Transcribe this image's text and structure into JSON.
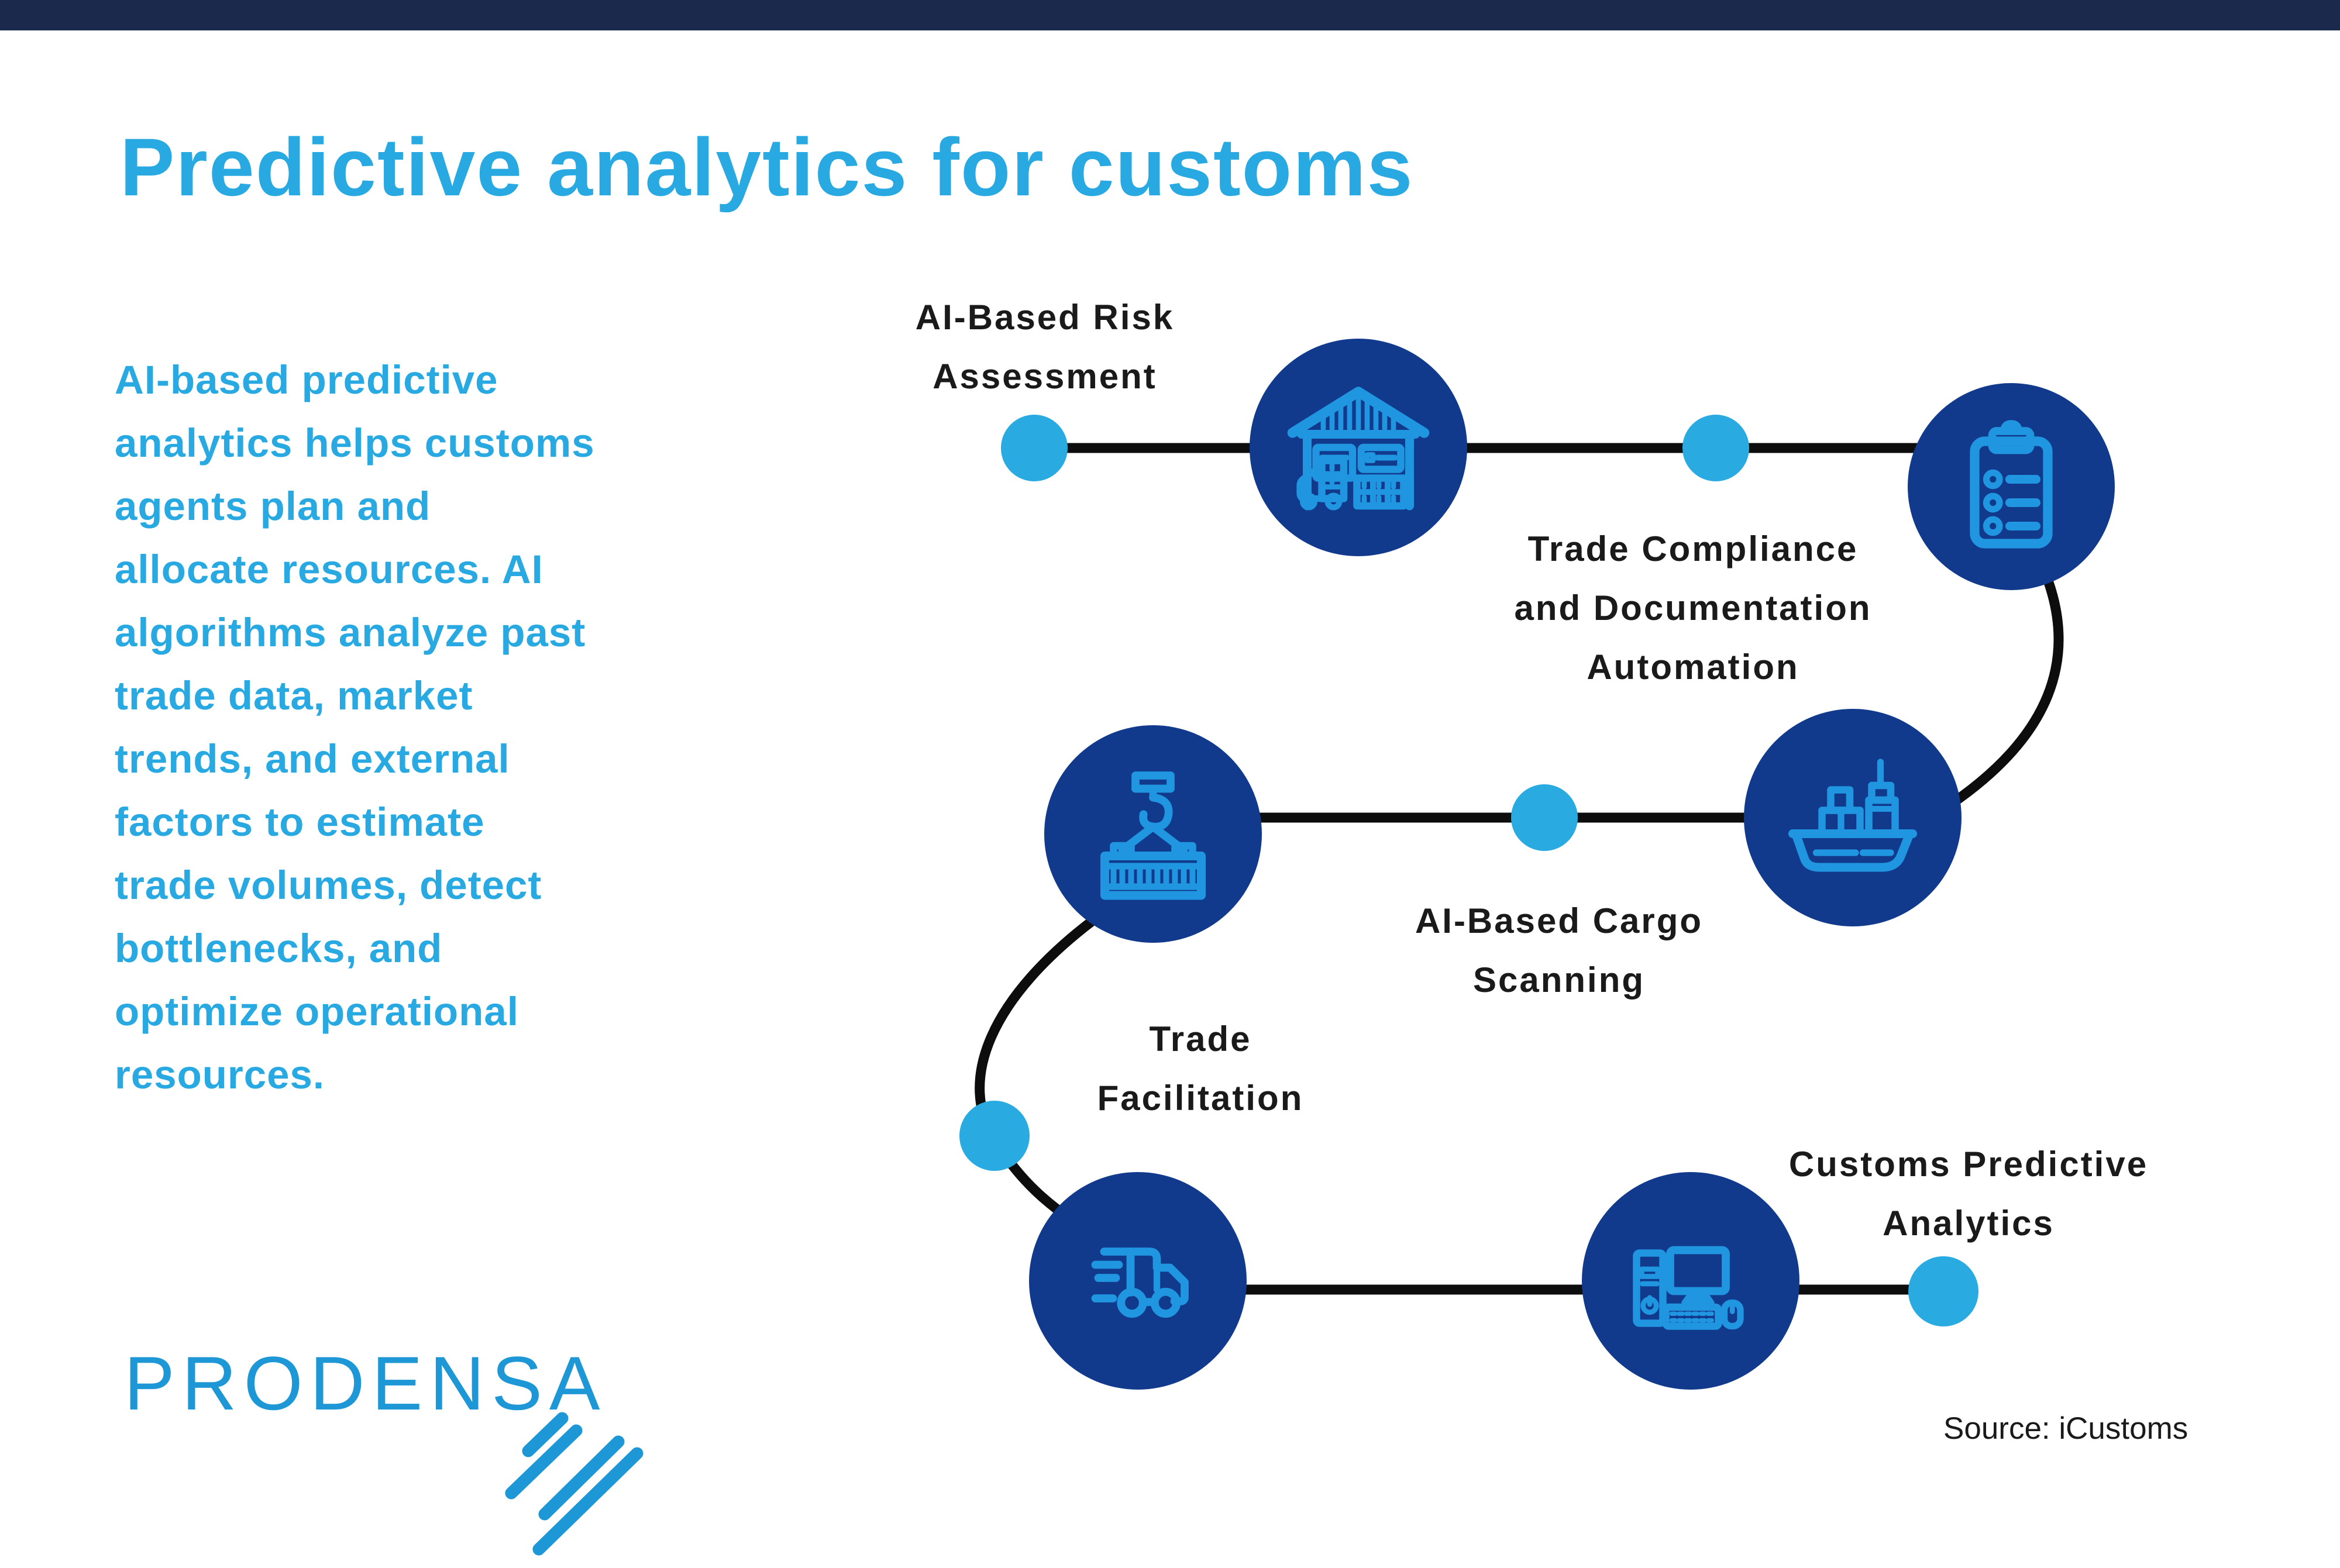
{
  "theme": {
    "accent_blue": "#29a9e1",
    "logo_blue": "#1e97d6",
    "node_navy": "#123a8c",
    "icon_blue": "#2196e0",
    "dot_blue": "#29abe2",
    "line_black": "#0d0d0d",
    "text_black": "#1a1a1a",
    "topbar_navy": "#1b2a4c",
    "background": "#ffffff"
  },
  "header": {
    "title": "Predictive analytics for customs"
  },
  "intro": {
    "text": "AI-based predictive analytics helps customs agents plan and allocate resources. AI algorithms analyze past trade data, market trends, and external factors to estimate trade volumes, detect bottlenecks, and optimize operational resources.",
    "lines": [
      "AI-based predictive",
      "analytics helps customs",
      "agents plan and",
      "allocate resources. AI",
      "algorithms analyze past",
      "trade data, market",
      "trends, and external",
      "factors to estimate",
      "trade volumes, detect",
      "bottlenecks, and",
      "optimize operational",
      "resources."
    ]
  },
  "flow": {
    "steps": [
      {
        "icon": "warehouse-icon",
        "label": "AI-Based Risk Assessment",
        "label_lines": [
          "AI-Based Risk",
          "Assessment"
        ]
      },
      {
        "icon": "clipboard-checklist-icon",
        "label": "Trade Compliance and Documentation Automation",
        "label_lines": [
          "Trade Compliance",
          "and Documentation",
          "Automation"
        ]
      },
      {
        "icon": "cargo-ship-icon",
        "label": "AI-Based Cargo Scanning",
        "label_lines": [
          "AI-Based Cargo",
          "Scanning"
        ]
      },
      {
        "icon": "container-crane-icon",
        "label": "Trade Facilitation",
        "label_lines": [
          "Trade",
          "Facilitation"
        ]
      },
      {
        "icon": "delivery-truck-icon",
        "label": "",
        "label_lines": []
      },
      {
        "icon": "desktop-computer-icon",
        "label": "Customs Predictive Analytics",
        "label_lines": [
          "Customs Predictive",
          "Analytics"
        ]
      }
    ]
  },
  "footer": {
    "logo_text": "PRODENSA",
    "source": "Source: iCustoms"
  }
}
